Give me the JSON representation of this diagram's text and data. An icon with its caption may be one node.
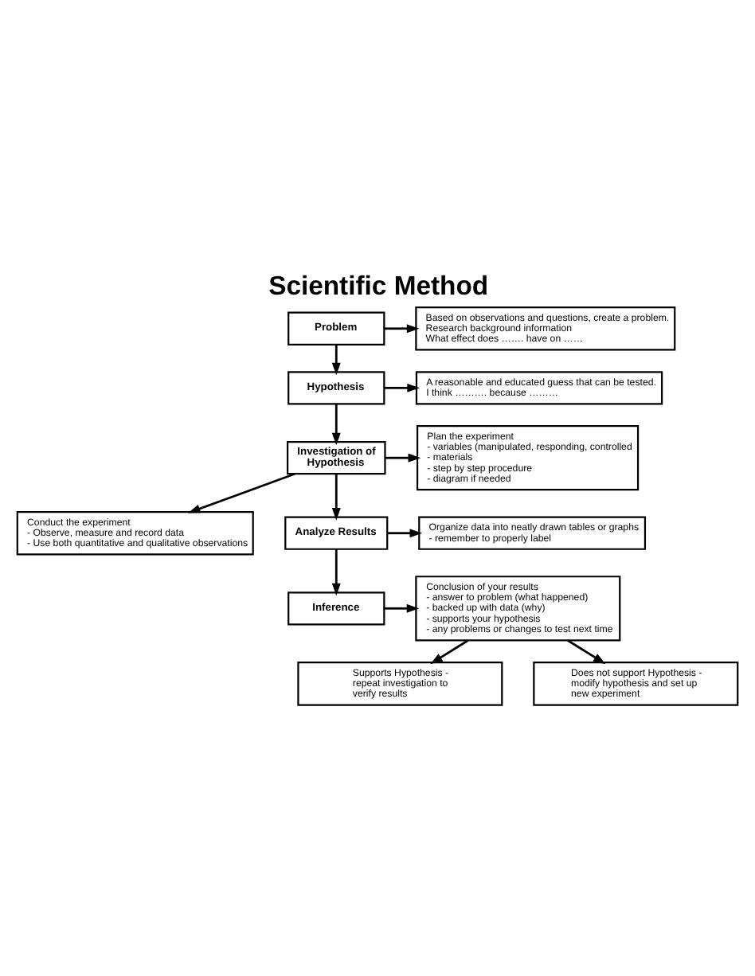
{
  "diagram": {
    "title": "Scientific Method",
    "nodes": [
      {
        "text": [
          "Problem"
        ]
      },
      {
        "text": [
          "Based on observations and questions, create a problem. Research background information",
          "What effect does ……. have on ……"
        ]
      },
      {
        "text": [
          "Hypothesis"
        ]
      },
      {
        "text": [
          "A reasonable and educated guess that can be tested.",
          "I think ………. because ………"
        ]
      },
      {
        "text": [
          "Investigation of Hypothesis"
        ]
      },
      {
        "text": [
          "Plan the experiment",
          "- variables (manipulated, responding, controlled",
          "- materials",
          "- step by step procedure",
          "- diagram if needed"
        ]
      },
      {
        "text": [
          "Conduct the experiment",
          "- Observe, measure and record data",
          "- Use both quantitative and qualitative observations"
        ]
      },
      {
        "text": [
          "Analyze Results"
        ]
      },
      {
        "text": [
          "Organize data into neatly drawn tables or graphs",
          "- remember to properly label"
        ]
      },
      {
        "text": [
          "Inference"
        ]
      },
      {
        "text": [
          "Conclusion of your results",
          "- answer to problem (what happened)",
          "- backed up with data (why)",
          "- supports your hypothesis",
          "- any problems or changes to test next time"
        ]
      },
      {
        "text": [
          "Supports Hypothesis - repeat investigation to verify results"
        ]
      },
      {
        "text": [
          "Does not support Hypothesis - modify hypothesis and set up new experiment"
        ]
      }
    ],
    "edges": [
      {
        "from": 0,
        "to": 1,
        "arrow": "to"
      },
      {
        "from": 0,
        "to": 2,
        "arrow": "to"
      },
      {
        "from": 2,
        "to": 3,
        "arrow": "to"
      },
      {
        "from": 2,
        "to": 4,
        "arrow": "to"
      },
      {
        "from": 4,
        "to": 5,
        "arrow": "to"
      },
      {
        "from": 4,
        "to": 6,
        "arrow": "to"
      },
      {
        "from": 4,
        "to": 7,
        "arrow": "to"
      },
      {
        "from": 7,
        "to": 8,
        "arrow": "to"
      },
      {
        "from": 7,
        "to": 9,
        "arrow": "to"
      },
      {
        "from": 9,
        "to": 10,
        "arrow": "to"
      },
      {
        "from": 10,
        "to": 11,
        "arrow": "to"
      },
      {
        "from": 10,
        "to": 12,
        "arrow": "to"
      }
    ]
  }
}
